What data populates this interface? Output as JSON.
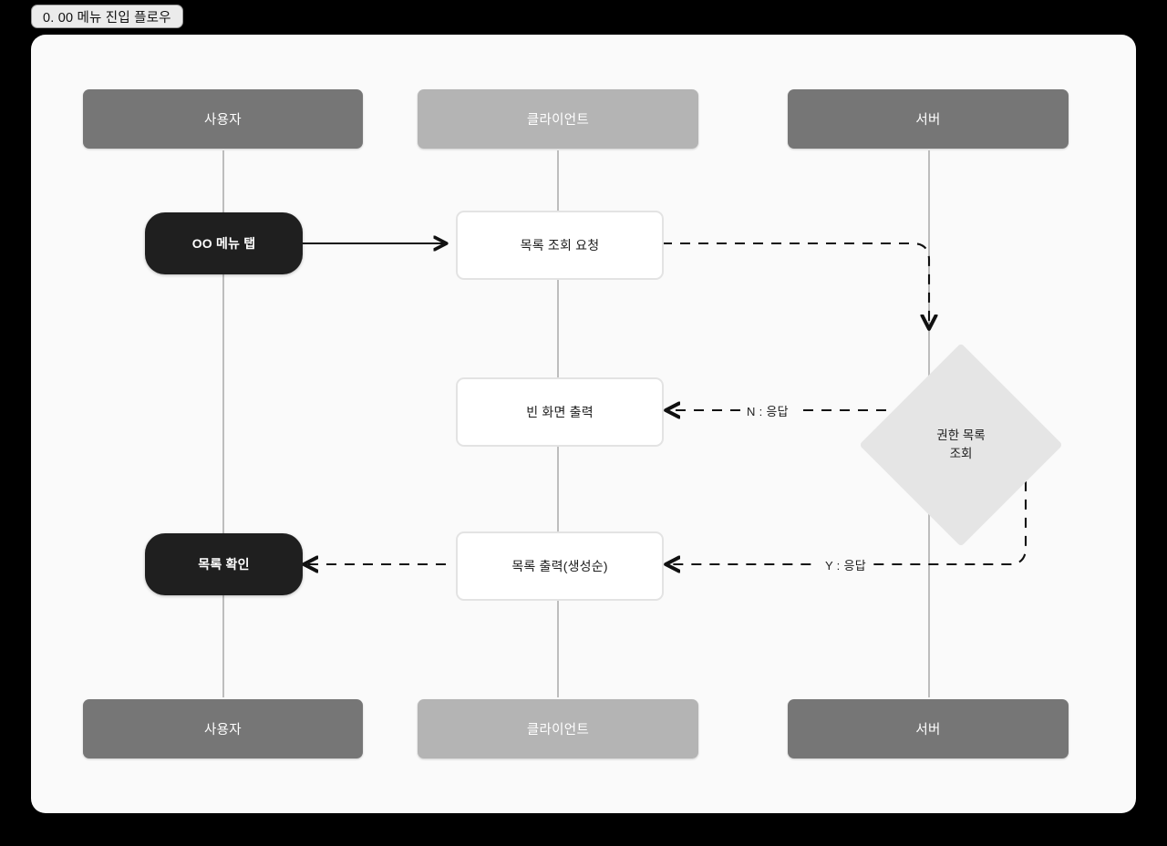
{
  "window": {
    "title": "0. 00 메뉴 진입 플로우",
    "background_color": "#000000",
    "canvas_color": "#fafafa"
  },
  "lanes": [
    {
      "id": "user",
      "header_top": "사용자",
      "header_bottom": "사용자",
      "color": "#767676"
    },
    {
      "id": "client",
      "header_top": "클라이언트",
      "header_bottom": "클라이언트",
      "color": "#b4b4b4"
    },
    {
      "id": "server",
      "header_top": "서버",
      "header_bottom": "서버",
      "color": "#767676"
    }
  ],
  "nodes": {
    "menu_tap": {
      "label": "OO 메뉴 탭",
      "shape": "pill",
      "lane": "user",
      "color": "#1f1f1f"
    },
    "list_request": {
      "label": "목록 조회 요청",
      "shape": "box",
      "lane": "client",
      "color": "#ffffff"
    },
    "empty_screen": {
      "label": "빈 화면 출력",
      "shape": "box",
      "lane": "client",
      "color": "#ffffff"
    },
    "list_output": {
      "label": "목록 출력(생성순)",
      "shape": "box",
      "lane": "client",
      "color": "#ffffff"
    },
    "list_confirm": {
      "label": "목록 확인",
      "shape": "pill",
      "lane": "user",
      "color": "#1f1f1f"
    },
    "permission": {
      "label_line1": "권한 목록",
      "label_line2": "조회",
      "shape": "diamond",
      "lane": "server",
      "color": "#e5e5e5"
    }
  },
  "edges": [
    {
      "id": "tap-to-request",
      "label": "",
      "style": "solid",
      "from": "menu_tap",
      "to": "list_request"
    },
    {
      "id": "request-to-decision",
      "label": "",
      "style": "dashed",
      "from": "list_request",
      "to": "permission"
    },
    {
      "id": "decision-no",
      "label": "N : 응답",
      "style": "dashed",
      "from": "permission",
      "to": "empty_screen"
    },
    {
      "id": "decision-yes",
      "label": "Y : 응답",
      "style": "dashed",
      "from": "permission",
      "to": "list_output"
    },
    {
      "id": "output-to-confirm",
      "label": "",
      "style": "dashed",
      "from": "list_output",
      "to": "list_confirm"
    }
  ]
}
